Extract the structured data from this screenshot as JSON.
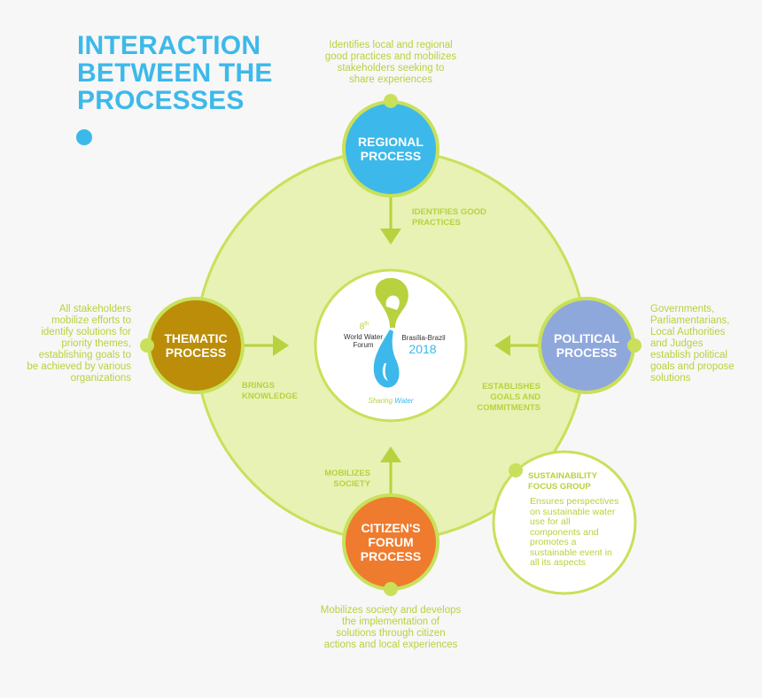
{
  "title": {
    "line1": "INTERACTION",
    "line2": "BETWEEN THE",
    "line3": "PROCESSES"
  },
  "nodes": {
    "regional": {
      "line1": "REGIONAL",
      "line2": "PROCESS",
      "color": "#3cb9ea"
    },
    "political": {
      "line1": "POLITICAL",
      "line2": "PROCESS",
      "color": "#8fa8dc"
    },
    "thematic": {
      "line1": "THEMATIC",
      "line2": "PROCESS",
      "color": "#bb8d08"
    },
    "citizens": {
      "line1": "CITIZEN'S",
      "line2": "FORUM",
      "line3": "PROCESS",
      "color": "#ef7b2f"
    }
  },
  "descriptions": {
    "regional": [
      "Identifies local and regional",
      "good practices and mobilizes",
      "stakeholders seeking to",
      "share experiences"
    ],
    "political": [
      "Governments,",
      "Parliamentarians,",
      "Local Authorities",
      "and Judges",
      "establish political",
      "goals and propose",
      "solutions"
    ],
    "thematic": [
      "All stakeholders",
      "mobilize efforts to",
      "identify solutions for",
      "priority themes,",
      "establishing goals to",
      "be achieved by various",
      "organizations"
    ],
    "citizens": [
      "Mobilizes society and develops",
      "the implementation of",
      "solutions through citizen",
      "actions and local experiences"
    ]
  },
  "arrow_labels": {
    "regional": [
      "IDENTIFIES GOOD",
      "PRACTICES"
    ],
    "political": [
      "ESTABLISHES",
      "GOALS AND",
      "COMMITMENTS"
    ],
    "thematic": [
      "BRINGS",
      "KNOWLEDGE"
    ],
    "citizens": [
      "MOBILIZES",
      "SOCIETY"
    ]
  },
  "sustainability": {
    "title": [
      "SUSTAINABILITY",
      "FOCUS GROUP"
    ],
    "body": [
      "Ensures perspectives",
      "on sustainable water",
      "use for all",
      "components and",
      "promotes a",
      "sustainable event in",
      "all its aspects"
    ]
  },
  "logo": {
    "edition": "8",
    "edition_suffix": "th",
    "name_line1": "World Water",
    "name_line2": "Forum",
    "city": "Brasília-Brazil",
    "year": "2018",
    "tagline_a": "Sharing",
    "tagline_b": "Water"
  },
  "colors": {
    "accent_green": "#b7d23e",
    "circle_fill": "#e7f2b4",
    "title_blue": "#3cb9ea"
  }
}
